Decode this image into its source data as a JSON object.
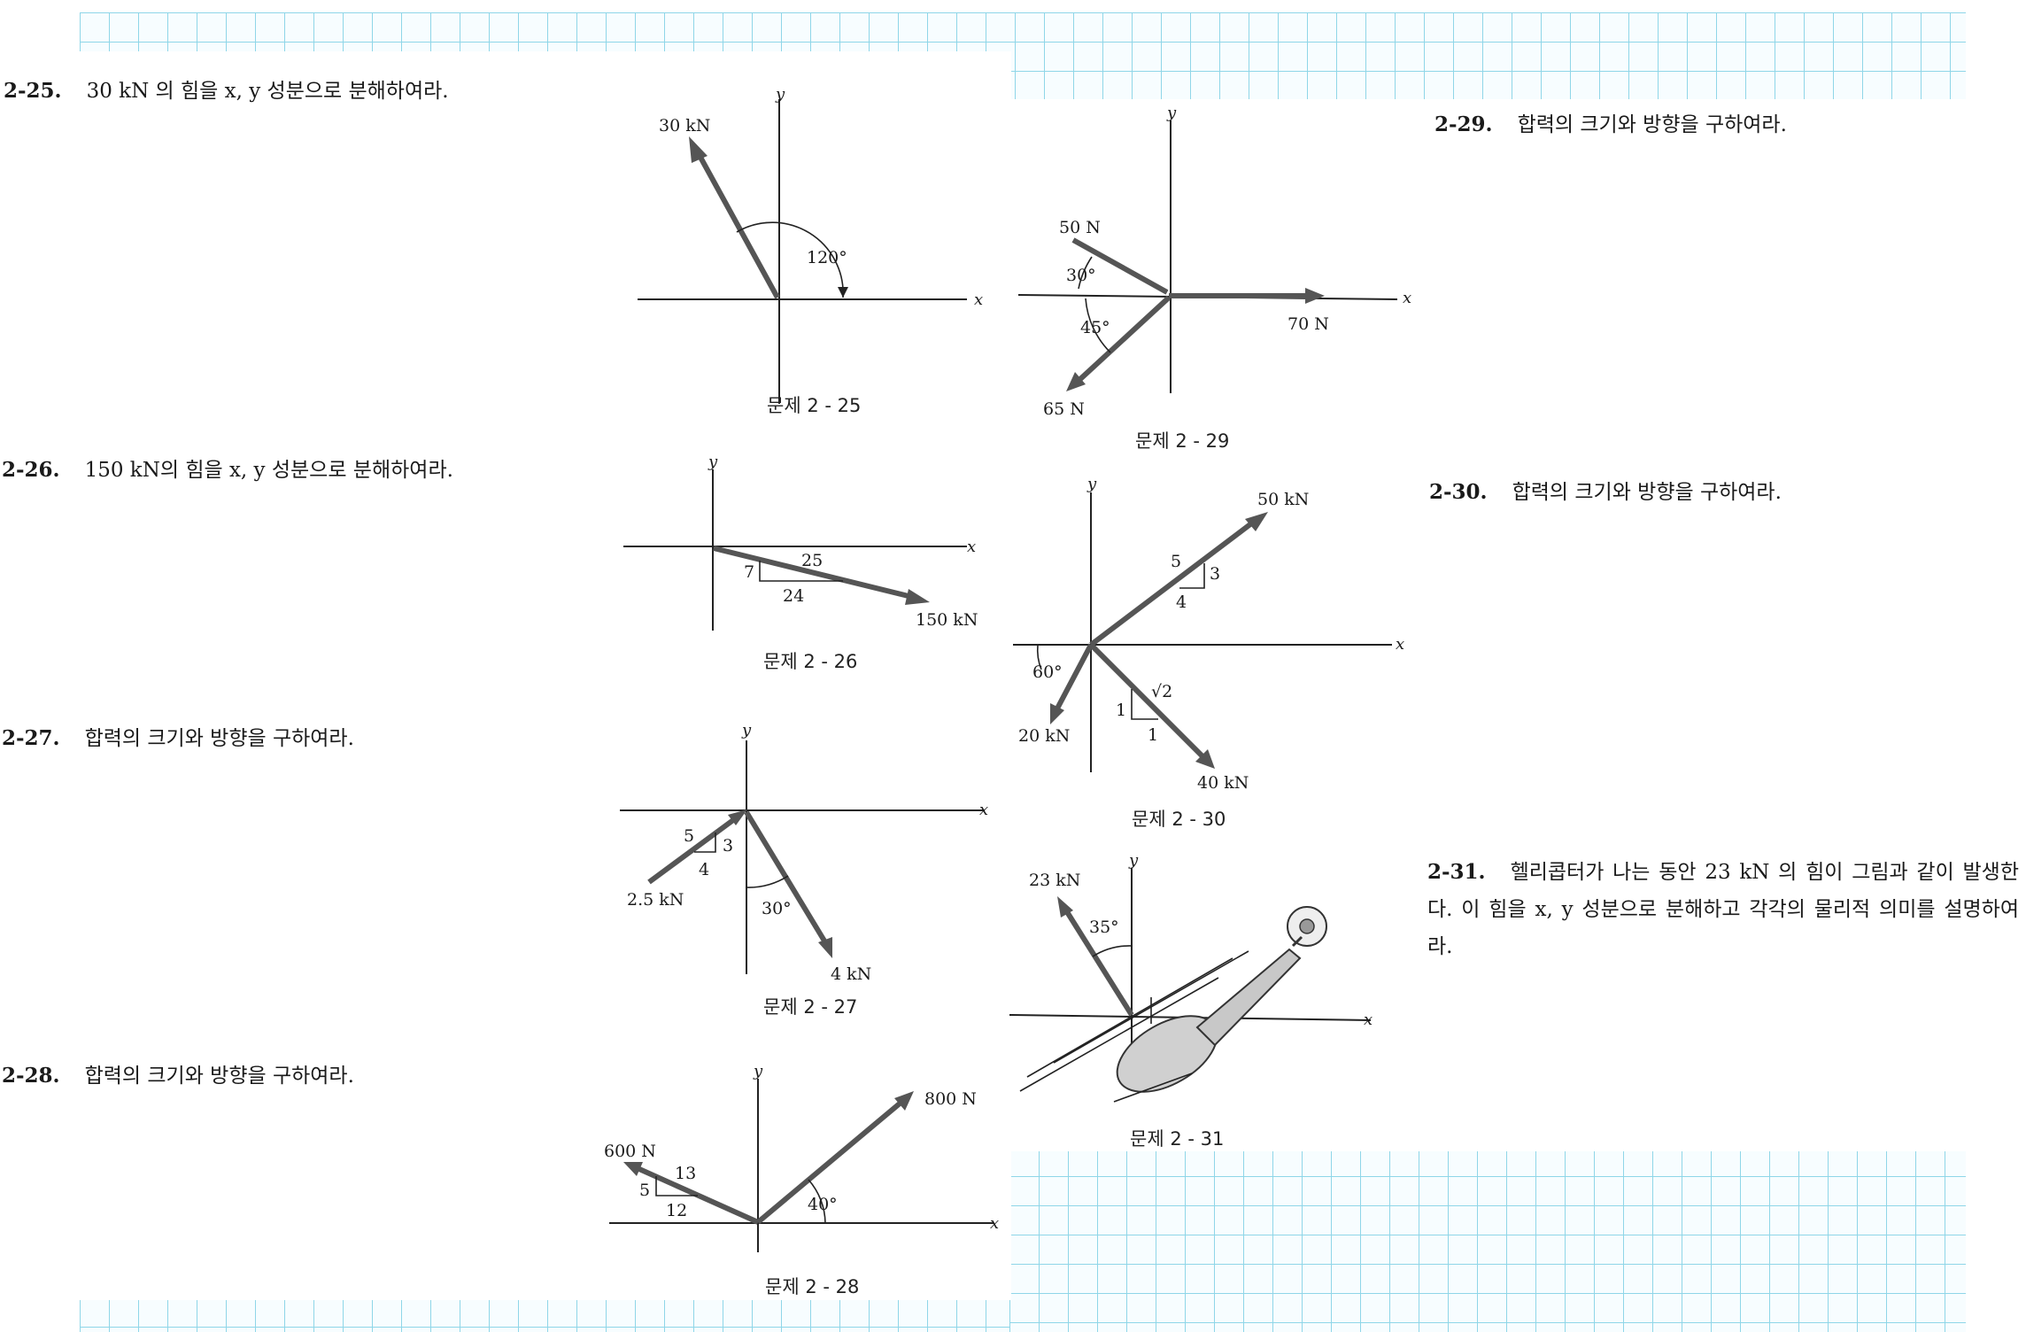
{
  "problems": [
    {
      "num": "2-25.",
      "text": "30 kN 의 힘을 x, y 성분으로 분해하여라."
    },
    {
      "num": "2-26.",
      "text": "150 kN의 힘을 x, y 성분으로 분해하여라."
    },
    {
      "num": "2-27.",
      "text": "합력의 크기와 방향을 구하여라."
    },
    {
      "num": "2-28.",
      "text": "합력의 크기와 방향을 구하여라."
    },
    {
      "num": "2-29.",
      "text": "합력의 크기와 방향을 구하여라."
    },
    {
      "num": "2-30.",
      "text": "합력의 크기와 방향을 구하여라."
    },
    {
      "num": "2-31.",
      "text": "헬리콥터가 나는 동안 23 kN 의 힘이 그림과 같이 발생한다. 이 힘을 x, y 성분으로 분해하고 각각의 물리적 의미를 설명하여라."
    }
  ],
  "captions": {
    "p25": "문제 2 - 25",
    "p26": "문제 2 - 26",
    "p27": "문제 2 - 27",
    "p28": "문제 2 - 28",
    "p29": "문제 2 - 29",
    "p30": "문제 2 - 30",
    "p31": "문제 2 - 31"
  },
  "axes": {
    "x": "x",
    "y": "y"
  },
  "fig25": {
    "force": "30 kN",
    "angle": "120°"
  },
  "fig26": {
    "force": "150 kN",
    "hyp": "25",
    "rise": "7",
    "run": "24"
  },
  "fig27": {
    "f1": "2.5 kN",
    "f2": "4 kN",
    "hyp": "5",
    "rise": "3",
    "run": "4",
    "angle": "30°"
  },
  "fig28": {
    "f1": "600 N",
    "f2": "800 N",
    "hyp": "13",
    "rise": "5",
    "run": "12",
    "angle": "40°"
  },
  "fig29": {
    "f1": "50 N",
    "f2": "70 N",
    "f3": "65 N",
    "a1": "30°",
    "a2": "45°"
  },
  "fig30": {
    "f1": "50 kN",
    "f2": "20 kN",
    "f3": "40 kN",
    "hyp1": "5",
    "rise1": "3",
    "run1": "4",
    "a1": "60°",
    "hyp2": "√2",
    "rise2": "1",
    "run2": "1"
  },
  "fig31": {
    "force": "23 kN",
    "angle": "35°"
  },
  "colors": {
    "grid": "#8fd6e8",
    "vector": "#555555",
    "handwriting": "#7a3a4e"
  }
}
